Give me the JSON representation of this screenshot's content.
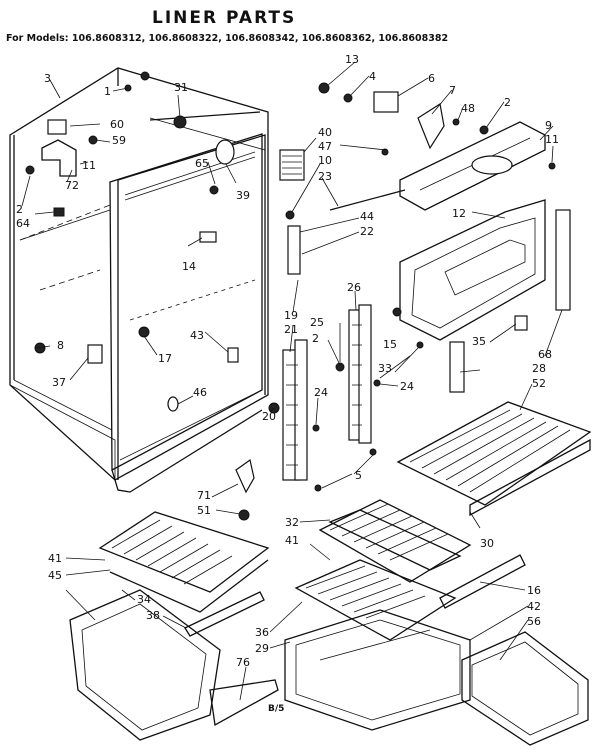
{
  "title": "LINER PARTS",
  "models_line": "For Models: 106.8608312, 106.8608322, 106.8608342, 106.8608362, 106.8608382",
  "footer_code": "B/5",
  "labels": {
    "l1": "1",
    "l2a": "2",
    "l2b": "2",
    "l2c": "2",
    "l3": "3",
    "l4": "4",
    "l5": "5",
    "l6": "6",
    "l7": "7",
    "l8": "8",
    "l9": "9",
    "l10": "10",
    "l11a": "11",
    "l11b": "11",
    "l12": "12",
    "l13": "13",
    "l14": "14",
    "l15": "15",
    "l16": "16",
    "l17": "17",
    "l19": "19",
    "l20": "20",
    "l21": "21",
    "l22": "22",
    "l23": "23",
    "l24a": "24",
    "l24b": "24",
    "l25": "25",
    "l26": "26",
    "l28": "28",
    "l29": "29",
    "l30": "30",
    "l31": "31",
    "l32": "32",
    "l33": "33",
    "l34": "34",
    "l35": "35",
    "l36": "36",
    "l37": "37",
    "l38": "38",
    "l39": "39",
    "l40": "40",
    "l41a": "41",
    "l41b": "41",
    "l42": "42",
    "l43": "43",
    "l44": "44",
    "l45": "45",
    "l46": "46",
    "l47": "47",
    "l48": "48",
    "l51": "51",
    "l52": "52",
    "l56": "56",
    "l59": "59",
    "l60": "60",
    "l64": "64",
    "l65": "65",
    "l68": "68",
    "l71": "71",
    "l72": "72",
    "l76": "76"
  }
}
